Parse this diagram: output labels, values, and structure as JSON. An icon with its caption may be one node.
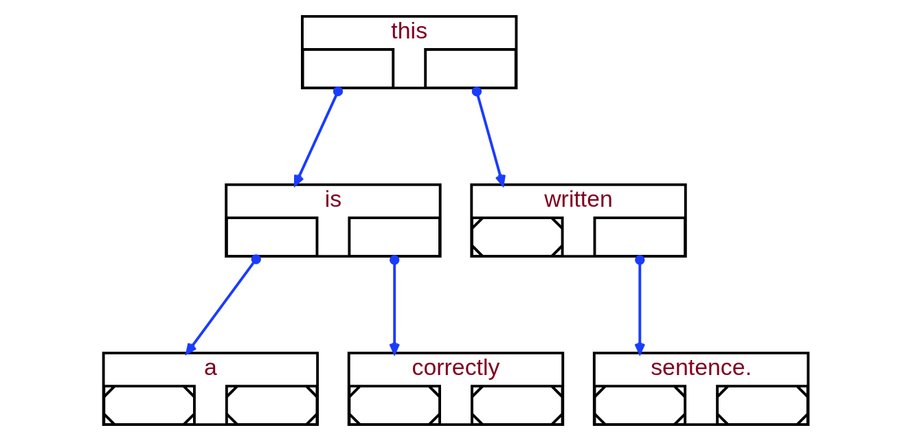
{
  "diagram": {
    "nodes": [
      {
        "text": [
          "this"
        ]
      },
      {
        "text": [],
        "shape": "box",
        "in": 0
      },
      {
        "text": [],
        "shape": "box",
        "in": 0
      },
      {
        "text": [
          "is"
        ]
      },
      {
        "text": [],
        "shape": "box",
        "in": 3
      },
      {
        "text": [],
        "shape": "box",
        "in": 3
      },
      {
        "text": [
          "written"
        ]
      },
      {
        "text": [],
        "shape": "box",
        "in": 6
      },
      {
        "text": [],
        "shape": "box",
        "in": 6
      },
      {
        "text": [
          "a"
        ]
      },
      {
        "text": [],
        "shape": "box",
        "in": 9
      },
      {
        "text": [],
        "shape": "box",
        "in": 9
      },
      {
        "text": [
          "correctly"
        ]
      },
      {
        "text": [],
        "shape": "box",
        "in": 12
      },
      {
        "text": [],
        "shape": "box",
        "in": 12
      },
      {
        "text": [
          "sentence."
        ]
      },
      {
        "text": [],
        "shape": "box",
        "in": 15
      },
      {
        "text": [],
        "shape": "box",
        "in": 15
      }
    ],
    "edges": [
      {
        "from": 1,
        "to": 3,
        "arrow": "to"
      },
      {
        "from": 2,
        "to": 6,
        "arrow": "to"
      },
      {
        "from": 4,
        "to": 9,
        "arrow": "to"
      },
      {
        "from": 5,
        "to": 12,
        "arrow": "to"
      },
      {
        "from": 8,
        "to": 15,
        "arrow": "to"
      }
    ]
  }
}
